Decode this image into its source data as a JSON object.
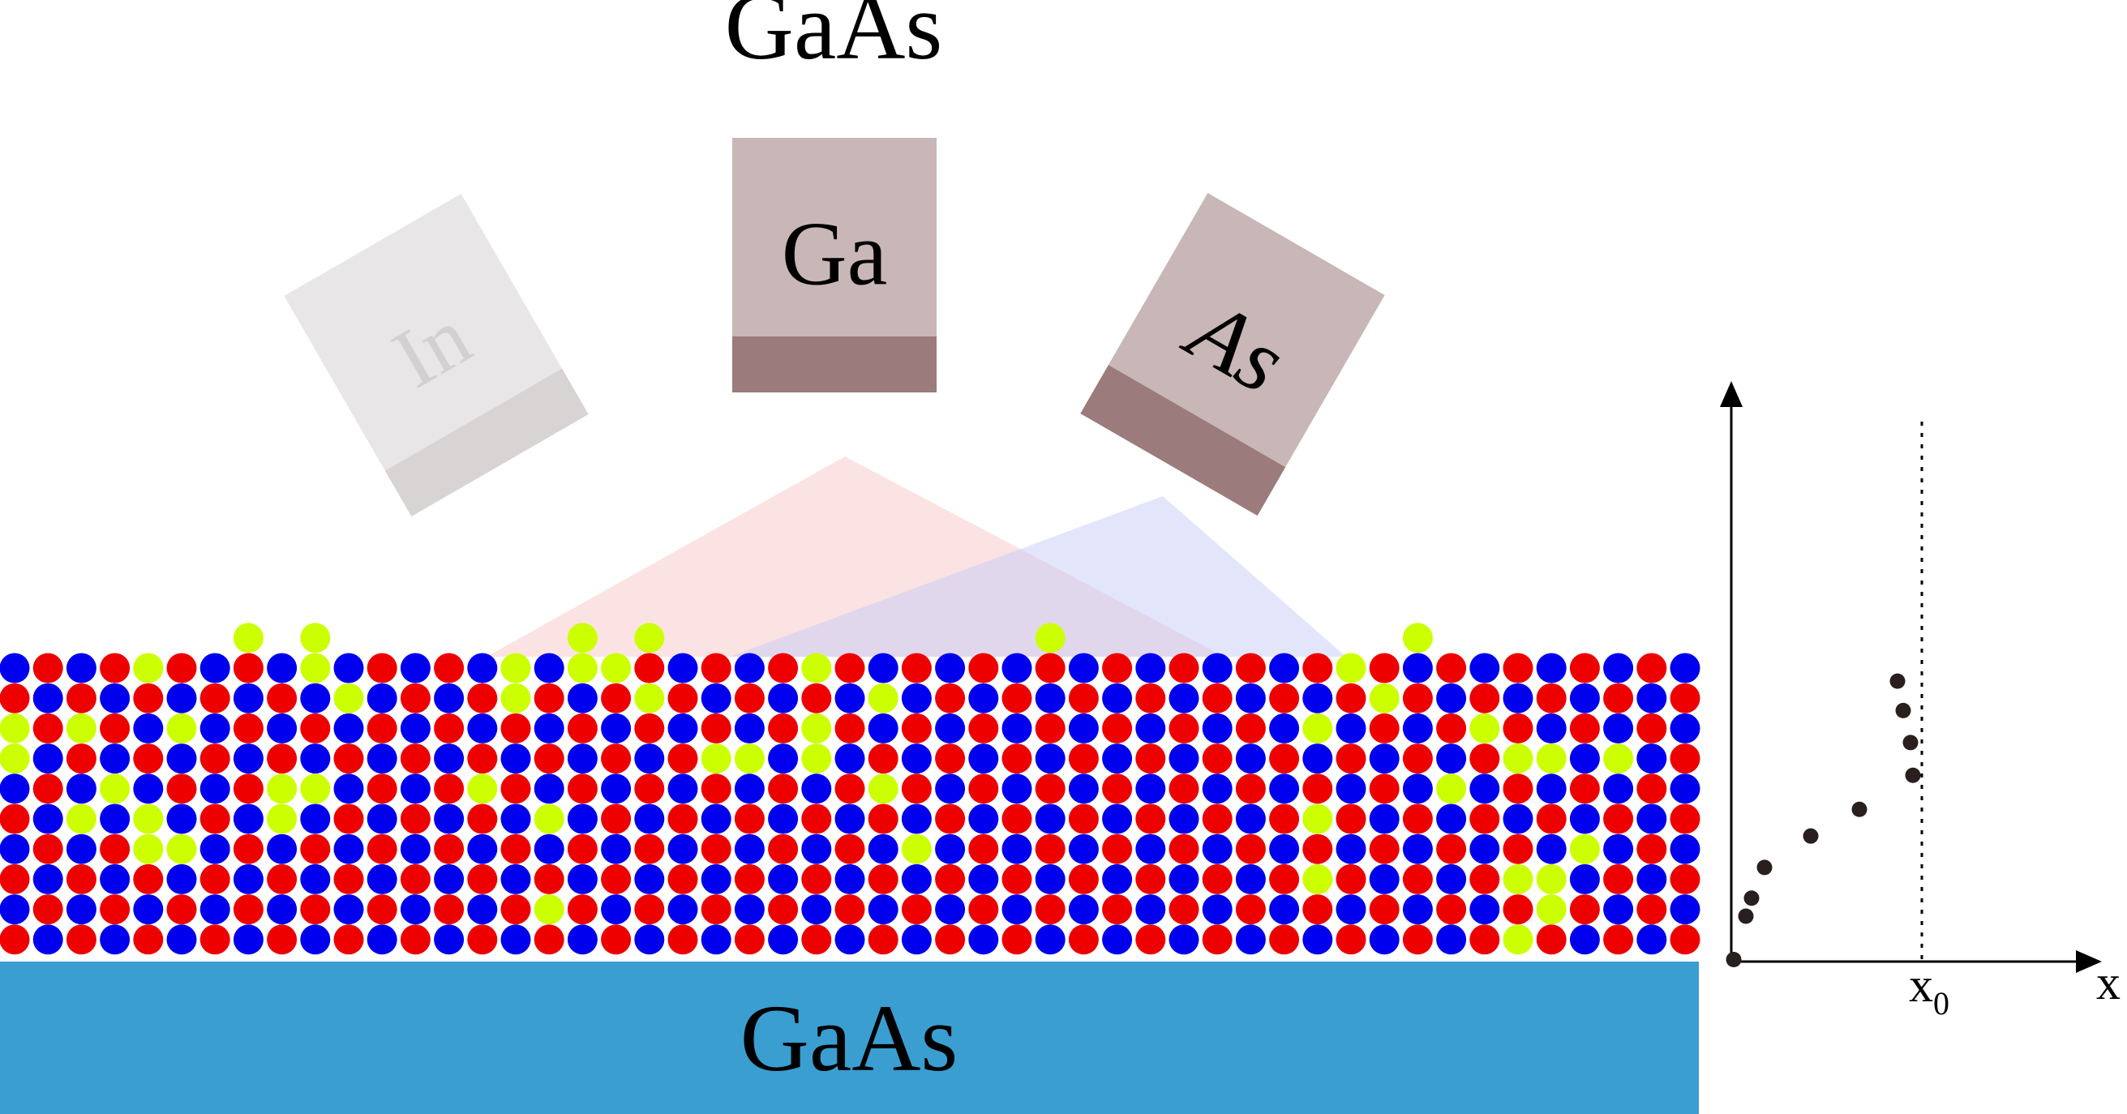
{
  "header": {
    "title": "GaAs"
  },
  "sources": [
    {
      "label": "In",
      "italic": false,
      "body_color": "#e8e6e6",
      "lip_color": "#d8d4d4",
      "text_color": "#d2d0d0",
      "state": "inactive"
    },
    {
      "label": "Ga",
      "italic": false,
      "body_color": "#c9b6b6",
      "lip_color": "#9b7b7b",
      "text_color": "#000000",
      "state": "active"
    },
    {
      "label": "As",
      "italic": true,
      "body_color": "#c9b6b6",
      "lip_color": "#9b7b7b",
      "text_color": "#000000",
      "state": "active"
    }
  ],
  "beams": {
    "ga_color": "#f6c2c2",
    "as_color": "#c2c8f6",
    "opacity": 0.45
  },
  "substrate": {
    "label": "GaAs",
    "color": "#3a9ed1"
  },
  "lattice": {
    "rows": 10,
    "cols": 51,
    "colors": {
      "ga": "#ee0000",
      "as": "#0000ee",
      "in": "#ccff00"
    },
    "pattern": [
      "babbIbbbbIbbbbbIbIIbbbbbIbbbbbbbbbbbbbbbIbbbbbbbbbb",
      "bbbbbbbbbbIbbbbIbbbIbbbbbbIbbbbbbbbbbbbbbIbbbbbbbbb",
      "IbIbbIbbbbbbbbbbbbbbbbbbIbbbbbbbbbbbbbbIbbbbIbbbbbb",
      "IbbbbbbbbbbbbbbbbbbbbIIbIbbbbbbbbbbbbbbbbbbbbIIbIbb",
      "bbbIbbbbIIbbbbIbbbbbbbbbbbIbbbbbbbbbbbbbbbbIbbbbbbb",
      "bbIbIbbbIbbbbbbbIbbbbbbbbbbbbbbbbbbbbbbIbbbbbbbbbbb",
      "bbbbIIbbbbbbbbbbbbbbbbbbbbbIbbbbbbbbbbbbbbbbbbbIbbb",
      "bbbbbbbbbbbbbbbbbbbbbbbbbbbbbbbbbbbbbbbIbbbbbIIbbbb",
      "bbbbbbbbbbbbbbbbIbbbbbbbbbbbbbbbbbbbbbbbbbbbbbIbbbb",
      "bbbbbbbbbbbbbbbbbbbbbbbbbbbbbbbbbbbbbbbbbbbbbIbbbbb"
    ],
    "adatoms": [
      "In",
      "In",
      "In",
      "In",
      "In",
      "In"
    ]
  },
  "plot": {
    "x_axis_label": "x",
    "x_marker_label": "x",
    "x_marker_subscript": "0",
    "point_color": "#2a1f1f",
    "points": [
      [
        0.3,
        0.3
      ],
      [
        1.8,
        6.8
      ],
      [
        2.5,
        9.5
      ],
      [
        4.1,
        14.1
      ],
      [
        9.8,
        18.8
      ],
      [
        15.8,
        22.8
      ],
      [
        20.5,
        42
      ],
      [
        21.2,
        37.6
      ],
      [
        22.1,
        32.8
      ],
      [
        22.4,
        27.9
      ]
    ],
    "x0": 23.5,
    "ylim": [
      0,
      85
    ],
    "xlim": [
      0,
      44
    ]
  }
}
